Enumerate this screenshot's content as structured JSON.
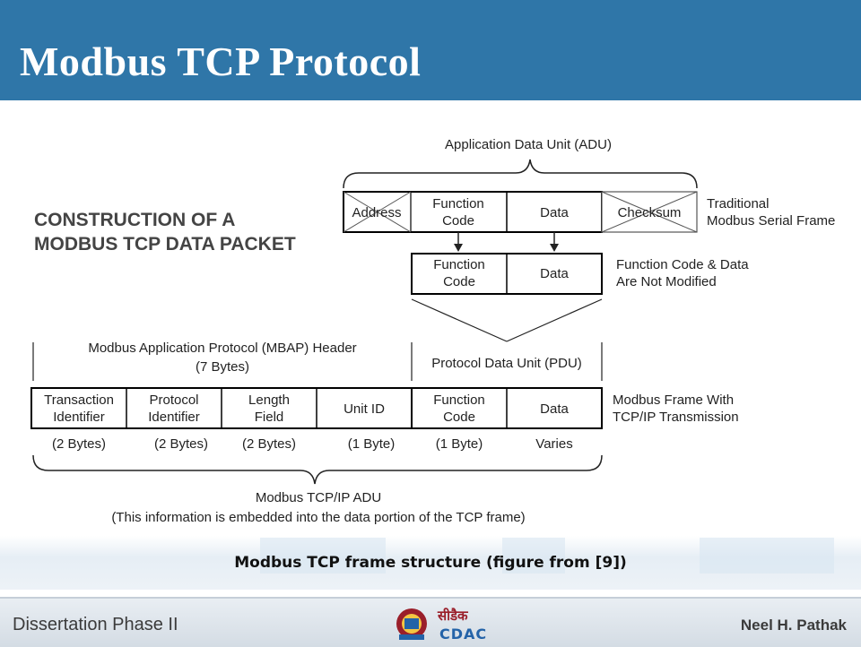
{
  "slide": {
    "title": "Modbus TCP Protocol",
    "caption": "Modbus TCP frame structure (figure from [9])",
    "footer_left": "Dissertation Phase II",
    "footer_right": "Neel H. Pathak",
    "logo_text_hindi": "सीडैक",
    "logo_text": "CDAC"
  },
  "diagram": {
    "heading_line1": "CONSTRUCTION OF A",
    "heading_line2": "MODBUS TCP DATA PACKET",
    "adu_label": "Application Data Unit (ADU)",
    "serial": {
      "address": "Address",
      "function_code_1": "Function",
      "function_code_2": "Code",
      "data": "Data",
      "checksum": "Checksum",
      "note_1": "Traditional",
      "note_2": "Modbus Serial Frame"
    },
    "pdu_copy": {
      "function_code_1": "Function",
      "function_code_2": "Code",
      "data": "Data",
      "note_1": "Function Code & Data",
      "note_2": "Are Not Modified"
    },
    "mbap_label_1": "Modbus Application Protocol (MBAP) Header",
    "mbap_label_2": "(7 Bytes)",
    "pdu_label": "Protocol Data Unit (PDU)",
    "tcp_fields": [
      {
        "line1": "Transaction",
        "line2": "Identifier",
        "size": "(2 Bytes)"
      },
      {
        "line1": "Protocol",
        "line2": "Identifier",
        "size": "(2 Bytes)"
      },
      {
        "line1": "Length",
        "line2": "Field",
        "size": "(2 Bytes)"
      },
      {
        "line1": "Unit ID",
        "line2": "",
        "size": "(1 Byte)"
      },
      {
        "line1": "Function",
        "line2": "Code",
        "size": "(1 Byte)"
      },
      {
        "line1": "Data",
        "line2": "",
        "size": "Varies"
      }
    ],
    "tcp_note_1": "Modbus Frame With",
    "tcp_note_2": "TCP/IP Transmission",
    "tcp_adu_label": "Modbus TCP/IP ADU",
    "tcp_adu_note": "(This information is embedded into the data portion of the TCP frame)"
  },
  "colors": {
    "header_bg": "#2f76a8",
    "logo_red": "#9a1f2a",
    "logo_blue": "#2463a8"
  }
}
